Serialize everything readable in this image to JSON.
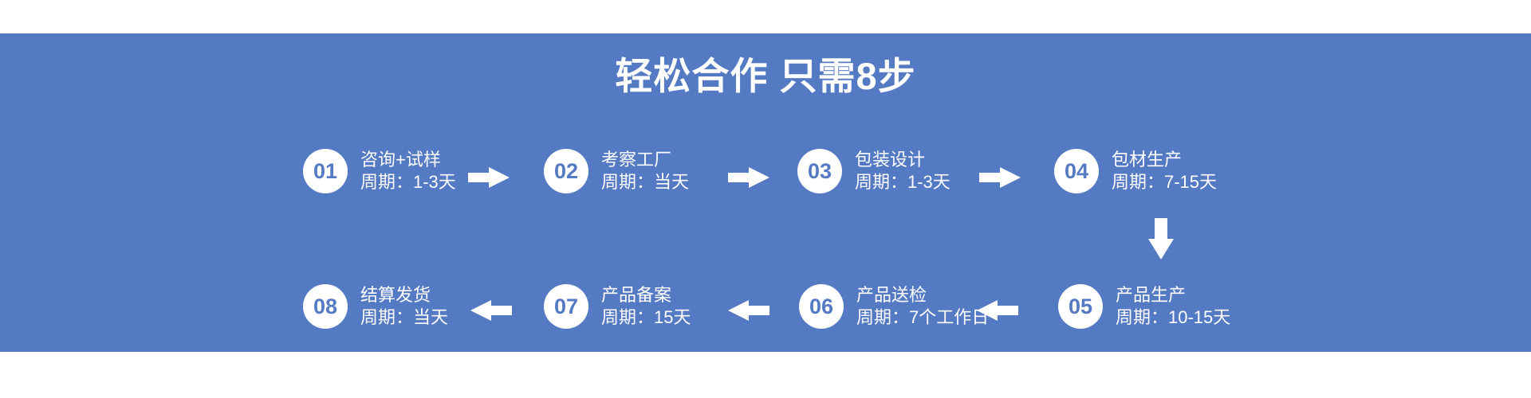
{
  "page": {
    "title": "轻松合作 只需8步",
    "banner_color": "#547AC4",
    "circle_color": "#FFFFFF",
    "text_color": "#FFFFFF",
    "number_color": "#547AC4"
  },
  "steps": [
    {
      "number": "01",
      "title": "咨询+试样",
      "period": "周期：1-3天"
    },
    {
      "number": "02",
      "title": "考察工厂",
      "period": "周期：当天"
    },
    {
      "number": "03",
      "title": "包装设计",
      "period": "周期：1-3天"
    },
    {
      "number": "04",
      "title": "包材生产",
      "period": "周期：7-15天"
    },
    {
      "number": "05",
      "title": "产品生产",
      "period": "周期：10-15天"
    },
    {
      "number": "06",
      "title": "产品送检",
      "period": "周期：7个工作日"
    },
    {
      "number": "07",
      "title": "产品备案",
      "period": "周期：15天"
    },
    {
      "number": "08",
      "title": "结算发货",
      "period": "周期：当天"
    }
  ]
}
